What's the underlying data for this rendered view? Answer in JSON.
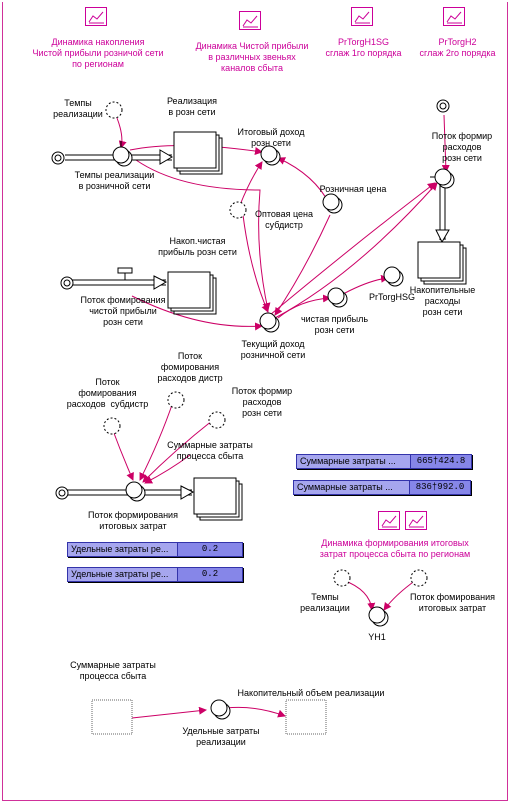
{
  "graphs": [
    {
      "label": "Динамика накопления\nЧистой прибыли розничой сети\nпо регионам"
    },
    {
      "label": "Динамика Чистой прибыли\nв различных звеньях\nканалов сбыта"
    },
    {
      "label": "PrTorgH1SG\nсглаж 1го порядка"
    },
    {
      "label": "PrTorgH2\nсглаж 2го порядка"
    },
    {
      "label": "Динамика формирования итоговых\nзатрат процесса сбыта по регионам"
    }
  ],
  "stocks": {
    "realization": "Реализация\nв розн сети",
    "net_profit_acc": "Накоп.чистая\nприбыль розн сети",
    "accum_costs": "Накопительные\nрасходы\nрозн сети"
  },
  "flows": {
    "tempy_roz": "Темпы реализации\nв розничной сети",
    "potok_net": "Поток фомирования\nчистой прибыли\nрозн сети",
    "potok_costs": "Поток формир\nрасходов\nрозн сети",
    "potok_total": "Поток формирования\nитоговых затрат"
  },
  "converters": {
    "tempy": "Темпы\nреализации",
    "itog_dohod": "Итоговый доход\nрозн сети",
    "roz_cena": "Розничная цена",
    "opt_cena": "Оптовая цена\nсубдистр",
    "tek_dohod": "Текущий доход\nрозничной сети",
    "chist_prib": "чистая прибыль\nрозн сети",
    "prtorghsg": "PrTorgHSG",
    "potok_subd": "Поток\nфомирования\nрасходов  субдистр",
    "potok_distr": "Поток\nфомирования\nрасходов дистр",
    "potok_rozn": "Поток формир\nрасходов\nрозн сети",
    "sum_zatr": "Суммарные затраты\nпроцесса сбыта",
    "sum_zatr2": "Суммарные затраты\nпроцесса сбыта",
    "tempy2": "Темпы\nреализации",
    "potok_itog2": "Поток фомирования\nитоговых затрат",
    "yh1": "YH1",
    "udel": "Удельные затраты\nреализации",
    "nakop_obem": "Накопительный объем реализации"
  },
  "tables": [
    {
      "name": "Суммарные затраты ...",
      "value": "665†424.8"
    },
    {
      "name": "Суммарные затраты ...",
      "value": "836†992.0"
    },
    {
      "name": "Удельные затраты ре...",
      "value": "0.2"
    },
    {
      "name": "Удельные затраты ре...",
      "value": "0.2"
    }
  ],
  "colors": {
    "link": "#cc0066",
    "pipe": "#000000",
    "table_name_bg": "#a6a6ee",
    "table_val_bg": "#8686e8",
    "graph_border": "#cc0099"
  }
}
